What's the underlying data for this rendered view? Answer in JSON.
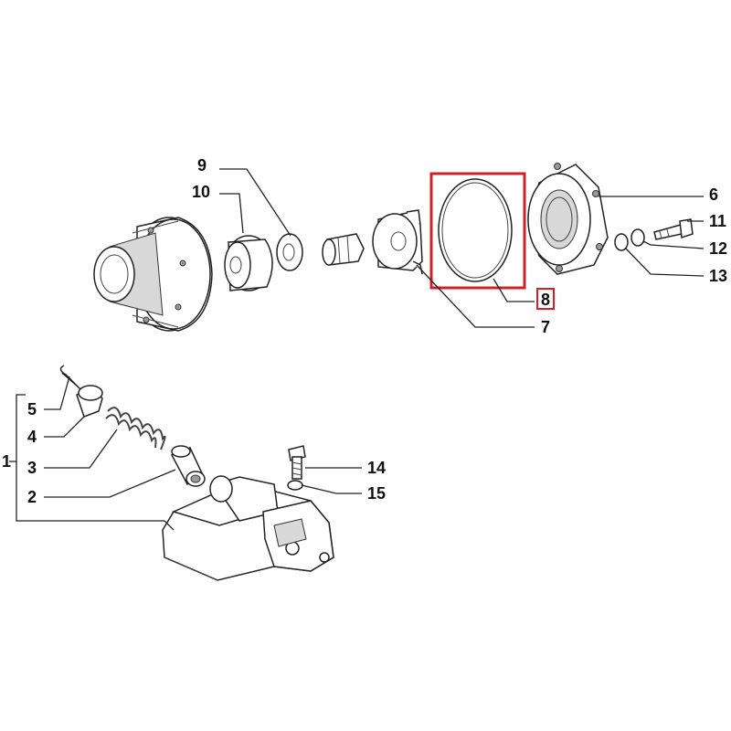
{
  "labels": {
    "l1": "1",
    "l2": "2",
    "l3": "3",
    "l4": "4",
    "l5": "5",
    "l6": "6",
    "l7": "7",
    "l8": "8",
    "l9": "9",
    "l10": "10",
    "l11": "11",
    "l12": "12",
    "l13": "13",
    "l14": "14",
    "l15": "15"
  },
  "highlight": {
    "part": "8",
    "color": "#d0202a"
  }
}
